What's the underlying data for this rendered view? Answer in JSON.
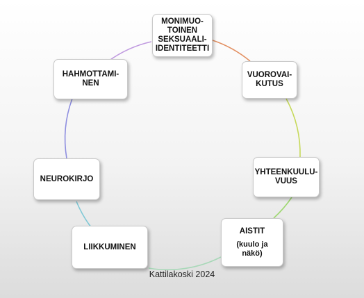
{
  "nodes": [
    {
      "id": "identity",
      "label": "MONIMUO-\nTOINEN\nSEKSUAALI-\nIDENTITEETTI"
    },
    {
      "id": "interaction",
      "label": "VUOROVAI-\nKUTUS"
    },
    {
      "id": "belonging",
      "label": "YHTEENKUULU-\nVUUS"
    },
    {
      "id": "senses",
      "label": "AISTIT",
      "sublabel": "(kuulo ja\nnäkö)"
    },
    {
      "id": "movement",
      "label": "LIIKKUMINEN"
    },
    {
      "id": "neuro",
      "label": "NEUROKIRJO"
    },
    {
      "id": "perception",
      "label": "HAHMOTTAMI-\nNEN"
    }
  ],
  "footer": "Kattilakoski 2024",
  "colors": {
    "ring": [
      "#e07a4a",
      "#b9cc46",
      "#9ad35a",
      "#7ec8a8",
      "#5fa8d6",
      "#7f7fd6",
      "#b07fd6"
    ],
    "node_border": "#c9c9c9"
  }
}
